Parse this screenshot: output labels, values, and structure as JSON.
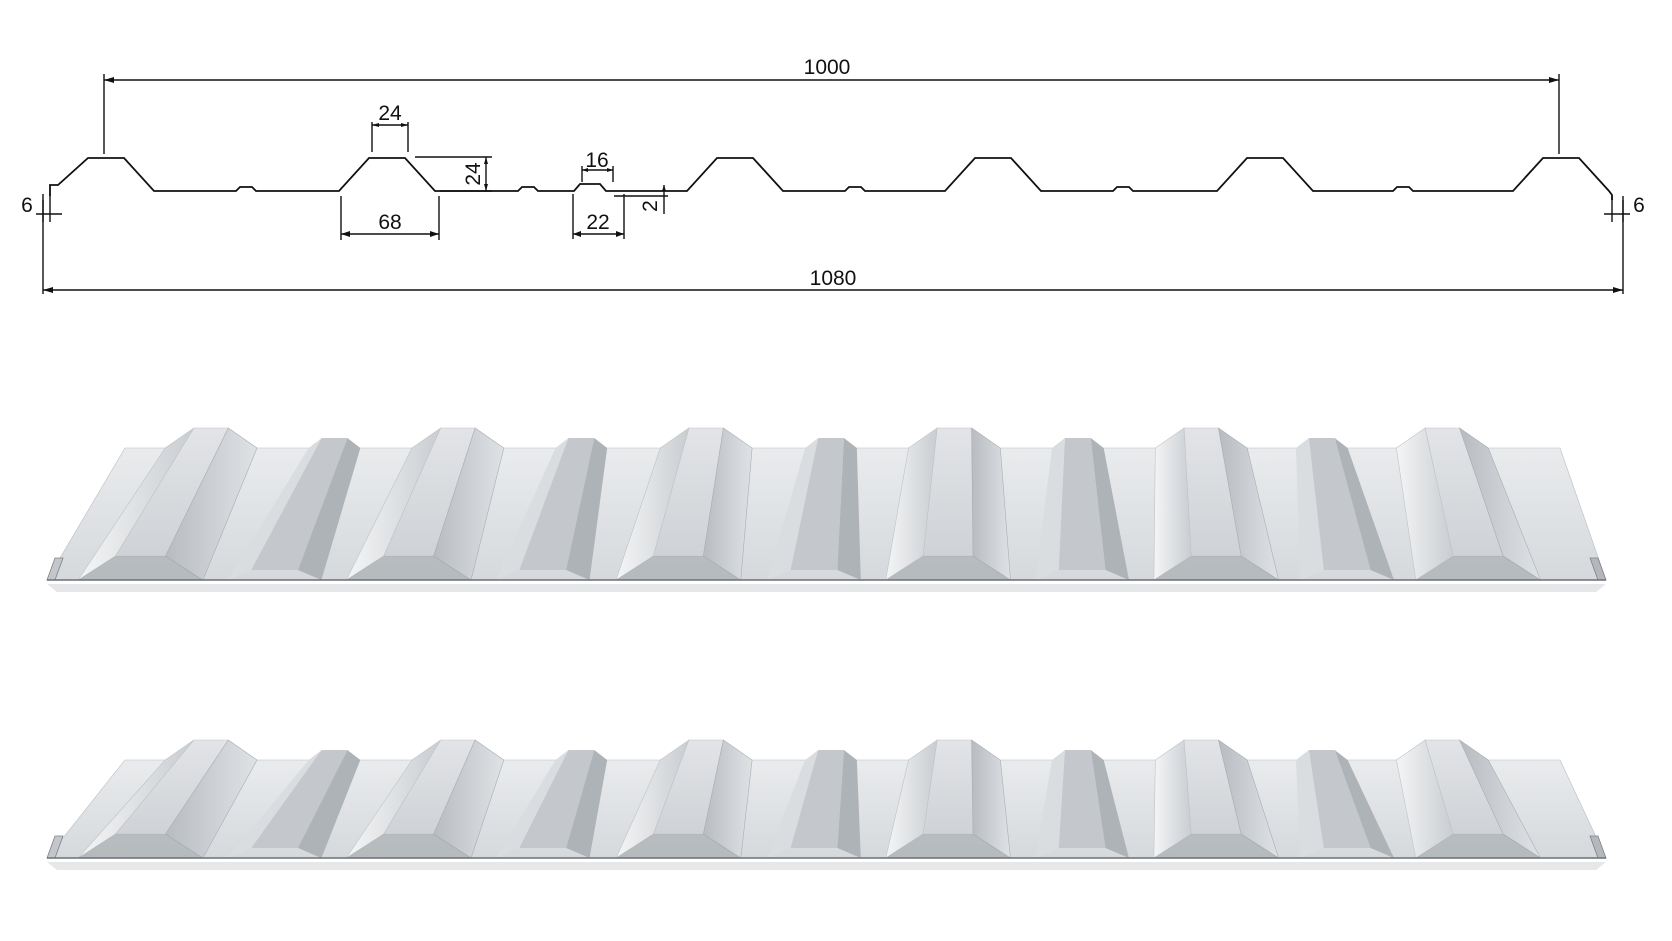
{
  "dimensions": {
    "cover_width": "1000",
    "total_width": "1080",
    "crest_top_width": "24",
    "crest_height": "24",
    "crest_base_width": "68",
    "stiffener_top_width": "16",
    "stiffener_base_width": "22",
    "stiffener_height": "2",
    "edge_left": "6",
    "edge_right": "6"
  },
  "colors": {
    "line": "#111111",
    "sheet_light": "#eef0f2",
    "sheet_mid": "#d3d6da",
    "sheet_dark": "#9ea3a9",
    "sheet_shadow": "#6c7076"
  }
}
